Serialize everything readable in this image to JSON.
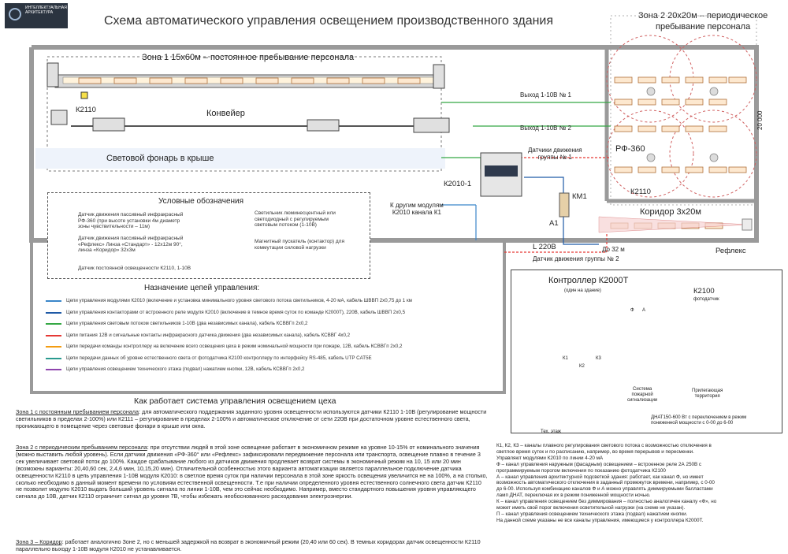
{
  "logo": {
    "text": "ИНТЕЛЛЕКТУАЛЬНАЯ АРХИТЕКТУРА"
  },
  "title": "Схема автоматического управления освещением производственного здания",
  "zone2": {
    "line1": "Зона 2  20х20м – периодическое",
    "line2": "пребывание персонала"
  },
  "zone1_label": "Зона 1  15х60м – постоянное пребывание персонала",
  "conveyor": "Конвейер",
  "skylight": "Световой фонарь в крыше",
  "k2110_zone1": "К2110",
  "k2010_1": "К2010-1",
  "km1": "КМ1",
  "a1": "А1",
  "l220": "L 220В",
  "to32m": "До 32 м",
  "rf360": "РФ-360",
  "k2110_zone2": "К2110",
  "corridor": "Коридор 3х20м",
  "reflex": "Рефлекс",
  "dim_20000": "20 000",
  "out1": "Выход 1-10В № 1",
  "out2": "Выход 1-10В № 2",
  "motion_group1": {
    "line1": "Датчики движения",
    "line2": "группы № 1"
  },
  "motion_group2": "Датчик движения группы № 2",
  "other_modules": {
    "line1": "К другим модулям",
    "line2": "К2010 канала К1"
  },
  "legend": {
    "header": "Условные обозначения",
    "rf360_desc": {
      "line1": "Датчик движения пассивный инфракрасный",
      "line2": "РФ-360 (при высоте установки 4м диаметр",
      "line3": "зоны чувствительности – 11м)"
    },
    "reflex_desc": {
      "line1": "Датчик движения пассивный инфракрасный",
      "line2": "«Рефлекс» Линза «Стандарт» - 12х12м 90°,",
      "line3": "линза «Коридор» 32х3м"
    },
    "k2110_desc": "Датчик постоянной освещенности К2110, 1-10В",
    "lamp_desc": {
      "line1": "Светильник люминесцентный или",
      "line2": "светодиодный с регулируемым",
      "line3": "световым потоком (1-10В)"
    },
    "contactor_desc": {
      "line1": "Магнитный пускатель (контактор) для",
      "line2": "коммутации силовой нагрузки"
    }
  },
  "circuits": {
    "title": "Назначение цепей управления:",
    "rows": [
      {
        "color": "#3a86c9",
        "text": "Цепи управления модулями К2010 (включение и установка минимального уровня светового потока светильников, 4-20 мА, кабель ШВВП 2х0,75 до 1 км"
      },
      {
        "color": "#1f5aa6",
        "text": "Цепи управления контакторами от встроенного реле модуля К2010 (включение в темное время суток по команде К2000Т), 220В, кабель ШВВП 2х0,5"
      },
      {
        "color": "#35a845",
        "text": "Цепи управления световым потоком светильников 1-10В (два независимых канала), кабель КСВВГп 2х0,2"
      },
      {
        "color": "#e53935",
        "text": "Цепи питания 12В и сигнальные контакты инфракрасного датчика движения (два независимых канала), кабель КСВВГ 4х0,2"
      },
      {
        "color": "#f39c12",
        "text": "Цепи передачи команды контроллеру на включение всего освещения цеха в режим номинальной мощности при пожаре, 12В, кабель КСВВГп 2х0,2"
      },
      {
        "color": "#2a9a8f",
        "text": "Цепи передачи данных об уровне естественного света от фотодатчика К2100 контроллеру по интерфейсу RS-485, кабель UTP CAT5E"
      },
      {
        "color": "#8e44ad",
        "text": "Цепи управления освещением технического этажа (подвал) нажатием кнопки, 12В, кабель КСВВГп 2х0,2"
      }
    ]
  },
  "controller": {
    "title": "Контроллер К2000Т",
    "caption": {
      "line1": "(один на здание)",
      "line2": ""
    },
    "k1": "К1",
    "k2": "К2",
    "k3": "К3",
    "phi": "Ф",
    "a": "А",
    "k2100": "К2100",
    "photo": "фотодатчик",
    "fire": {
      "line1": "Система",
      "line2": "пожарной",
      "line3": "сигнализации"
    },
    "adjacent": {
      "line1": "Прилегающая",
      "line2": "территория"
    },
    "dnat": {
      "line1": "ДНАТ150-600 Вт с переключением в режим",
      "line2": "пониженной мощности с 0-00 до 6-00"
    },
    "tech_floor": "Тех. этаж"
  },
  "howto": {
    "title": "Как работает система управления освещением цеха",
    "zone1_head": "Зона 1 с постоянным пребыванием персонала",
    "zone1_text": ": для автоматического поддержания заданного уровня освещенности используются датчики К2110 1-10В (регулирование мощности светильников в пределах 2-100%) или К2111 – регулирование в пределах 2-100% и автоматическое отключение от сети 220В при достаточном уровне естественного света, проникающего в помещение через световые фонари в крыше или окна.",
    "zone2_head": "Зона 2 с периодическим пребыванием персонала",
    "zone2_text": ": при отсутствии людей в этой зоне освещение работает в экономичном режиме на уровне 10-15% от номинального значения (можно выставить любой уровень). Если датчики движения «РФ-360° или «Рефлекс» зафиксировали передвижение персонала или транспорта, освещение плавно в течение 3 сек увеличивает световой поток до 100%. Каждое срабатывание любого из датчиков движения продлевает возврат системы в экономичный режим на 10, 15 или 20 мин (возможны варианты: 20,40,60 сек, 2,4,6 мин, 10,15,20 мин). Отличительной особенностью этого варианта автоматизации является параллельное подключение датчика освещенности К2110 в цепь управления 1-10В модуля К2010: в светлое время суток при наличии персонала в этой зоне яркость освещения увеличится не на 100%, а на столько, сколько необходимо в данный момент времени по условиям естественной освещенности. Т.е при наличии определенного уровня естественного солнечного света датчик К2110 не позволит модулю К2010 выдать больший уровень сигнала по линии 1-10В, чем это сейчас необходимо. Например, вместо стандартного повышения уровня управляющего сигнала до 10В, датчик К2110 ограничит сигнал до уровня 7В, чтобы избежать необоснованного расходования электроэнергии.",
    "zone3_head": "Зона 3 – Коридор",
    "zone3_text": ": работает аналогично Зоне 2, но с меньшей задержкой на возврат в экономичный режим (20,40 или 60 сек). В темных коридорах датчик освещенности К2110 параллельно выходу 1-10В модуля К2010 не устанавливается."
  },
  "notes": {
    "lines": [
      "К1, К2, К3 – каналы плавного регулирования светового потока с возможностью отключения в",
      "светлое время суток и по расписанию, например, во время перерывов и пересменки.",
      "Управляют модулями К2010 по линии 4-20 мА",
      "Ф – канал управления наружным (фасадным) освещением – встроенное реле 2А 250В с",
      "программируемым порогом включения по показанию фотодатчика К2100",
      "А – канал управления архитектурной подсветкой здания: работает, как канал Ф, но имеет",
      "возможность автоматического отключения в заданный промежуток времени, например, с 0-00",
      "до 6-00. Используя комбинацию каналов Ф и А можно управлять диммируемыми балластами",
      "ламп ДНАТ, переключая их в режим пониженной мощности ночью.",
      "К – канал управления освещением без диммирования – полностью аналогичен каналу «Ф», но",
      "может иметь свой порог включения осветительной нагрузки (на схеме не указан).",
      "П – канал управления освещением технического этажа (подвал) нажатием кнопки.",
      "На данной схеме указаны не все каналы управления, имеющиеся у контроллера К2000Т."
    ]
  }
}
